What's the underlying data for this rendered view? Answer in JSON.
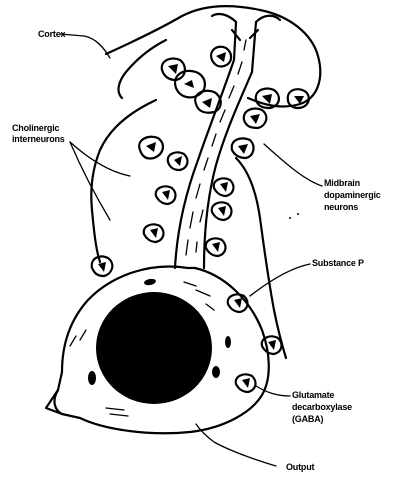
{
  "labels": {
    "cortex": "Cortex",
    "cholinergic_1": "Cholinergic",
    "cholinergic_2": "interneurons",
    "midbrain_1": "Midbrain",
    "midbrain_2": "dopaminergic",
    "midbrain_3": "neurons",
    "substance_p": "Substance P",
    "glutamate_1": "Glutamate",
    "glutamate_2": "decarboxylase",
    "glutamate_3": "(GABA)",
    "output": "Output"
  }
}
